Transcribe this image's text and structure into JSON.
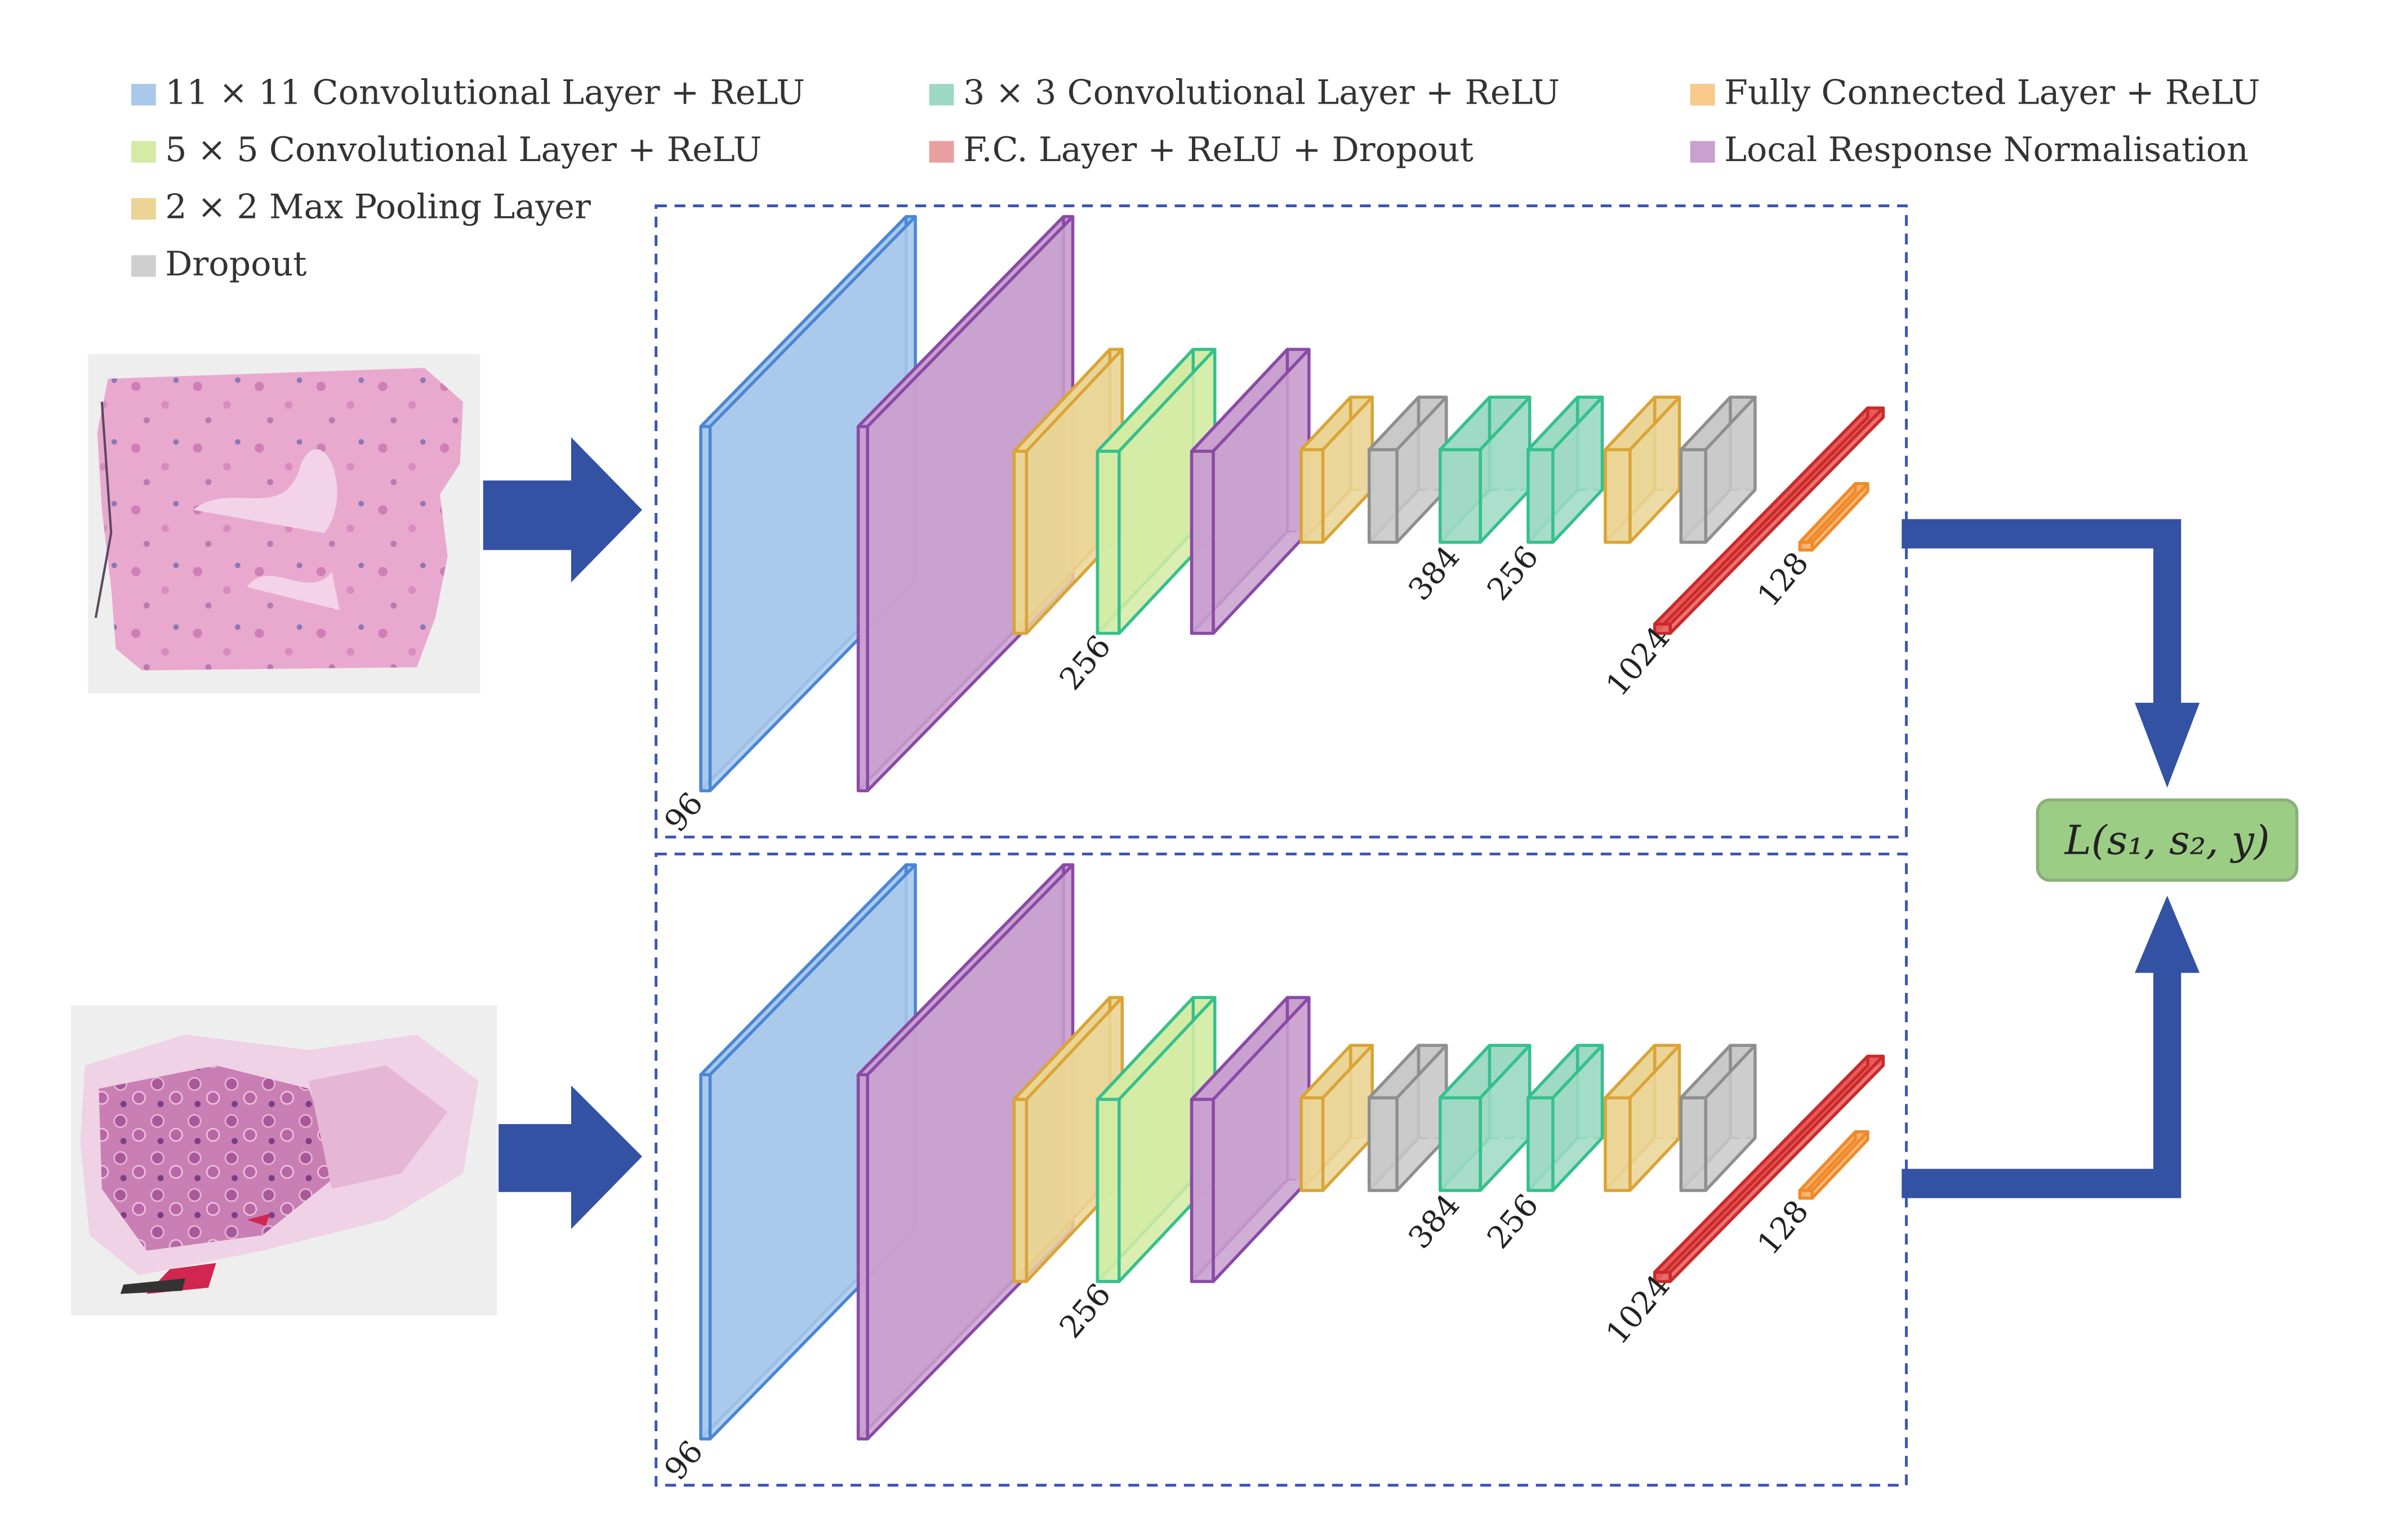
{
  "legend": [
    {
      "key": "conv11",
      "label": "11 × 11 Convolutional Layer + ReLU",
      "color": "#a9c9ea"
    },
    {
      "key": "conv5",
      "label": "5 × 5 Convolutional Layer + ReLU",
      "color": "#d3eba4"
    },
    {
      "key": "pool",
      "label": "2 × 2 Max Pooling Layer",
      "color": "#ead596"
    },
    {
      "key": "dropout",
      "label": "Dropout",
      "color": "#cfcfcf"
    },
    {
      "key": "conv3",
      "label": "3 × 3 Convolutional Layer + ReLU",
      "color": "#9ed9c6"
    },
    {
      "key": "fcdrop",
      "label": "F.C. Layer + ReLU + Dropout",
      "color": "#e99f9f"
    },
    {
      "key": "fc",
      "label": "Fully Connected Layer + ReLU",
      "color": "#f8c98a"
    },
    {
      "key": "lrn",
      "label": "Local Response Normalisation",
      "color": "#c9a0cf"
    }
  ],
  "colors": {
    "conv11": {
      "fill": "#a9c9ea",
      "stroke": "#4b86d6"
    },
    "lrn": {
      "fill": "#c9a0cf",
      "stroke": "#8a4aa6"
    },
    "pool": {
      "fill": "#ead596",
      "stroke": "#d9a537"
    },
    "conv5": {
      "fill": "#d3eba4",
      "stroke": "#35c08c"
    },
    "conv3": {
      "fill": "#9ed9c6",
      "stroke": "#35c08c"
    },
    "dropout": {
      "fill": "#c9c9c9",
      "stroke": "#8f8f8f"
    },
    "fcdrop": {
      "fill": "#e85a5a",
      "stroke": "#c92a2a"
    },
    "fc": {
      "fill": "#f9b06a",
      "stroke": "#ef8a2a"
    },
    "arrow": "#3452a3",
    "box_border": "#3a55b5",
    "loss_fill": "#9ccd84",
    "loss_border": "#8ab07a"
  },
  "branches": [
    {
      "name": "top-branch",
      "labels": {
        "l96": "96",
        "l256": "256",
        "l384": "384",
        "l256b": "256",
        "l1024": "1024",
        "l128": "128"
      }
    },
    {
      "name": "bottom-branch",
      "labels": {
        "l96": "96",
        "l256": "256",
        "l384": "384",
        "l256b": "256",
        "l1024": "1024",
        "l128": "128"
      }
    }
  ],
  "loss": {
    "label": "L(s₁, s₂, y)"
  }
}
